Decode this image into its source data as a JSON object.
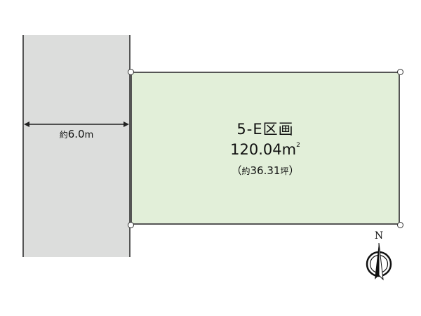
{
  "road": {
    "width_prefix": "約",
    "width_value": "6.0",
    "width_unit": "m",
    "color": "#dcdddc"
  },
  "lot": {
    "name": "5-E区画",
    "area_value": "120.04",
    "area_unit": "m",
    "area_sup": "2",
    "tsubo_open": "（",
    "tsubo_prefix": "約",
    "tsubo_value": "36.31",
    "tsubo_unit": "坪",
    "tsubo_close": "）",
    "color": "#e2efd9"
  },
  "compass": {
    "label": "N"
  }
}
